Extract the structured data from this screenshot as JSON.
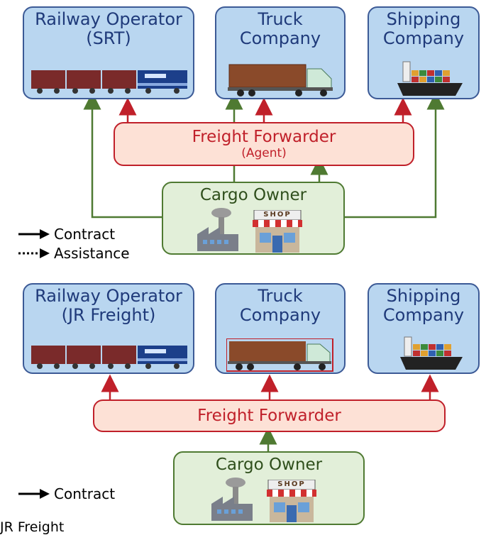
{
  "top": {
    "railway": {
      "line1": "Railway Operator",
      "line2": "(SRT)"
    },
    "truck": {
      "line1": "Truck",
      "line2": "Company"
    },
    "shipping": {
      "line1": "Shipping",
      "line2": "Company"
    },
    "forwarder": {
      "title": "Freight Forwarder",
      "sub": "(Agent)"
    },
    "owner": {
      "title": "Cargo Owner",
      "shop_sign": "SHOP"
    },
    "legend": {
      "contract": "Contract",
      "assistance": "Assistance"
    }
  },
  "bottom": {
    "railway": {
      "line1": "Railway Operator",
      "line2": "(JR Freight)"
    },
    "truck": {
      "line1": "Truck",
      "line2": "Company"
    },
    "shipping": {
      "line1": "Shipping",
      "line2": "Company"
    },
    "forwarder": {
      "title": "Freight Forwarder"
    },
    "owner": {
      "title": "Cargo Owner",
      "shop_sign": "SHOP"
    },
    "legend": {
      "contract": "Contract"
    },
    "caption_partial": "JR Freight"
  },
  "colors": {
    "contract_green": "#4f7a32",
    "contract_red": "#c0202a",
    "entity_fill": "#b9d6f0",
    "forwarder_fill": "#fde1d6",
    "owner_fill": "#e2efd9"
  }
}
